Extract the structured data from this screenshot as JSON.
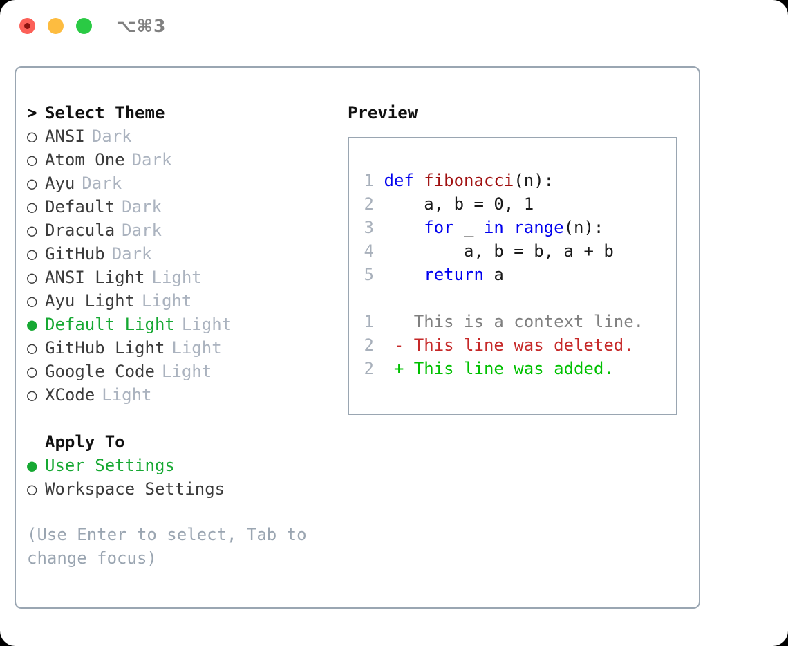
{
  "window": {
    "shortcut": "⌥⌘3",
    "traffic_lights": [
      {
        "name": "close",
        "color": "#fc6058"
      },
      {
        "name": "minimize",
        "color": "#fdbc40"
      },
      {
        "name": "maximize",
        "color": "#2aca44"
      }
    ]
  },
  "colors": {
    "accent_green": "#16a832",
    "muted_gray": "#abb3bf",
    "border": "#9aa6b2",
    "text": "#3b3b3b",
    "keyword_blue": "#0000ee",
    "function_red": "#a01010",
    "diff_added": "#00c000",
    "diff_deleted": "#c62828",
    "diff_context": "#808080"
  },
  "theme_list": {
    "heading_marker": ">",
    "heading": "Select Theme",
    "items": [
      {
        "marker": "○",
        "label": "ANSI",
        "tag": "Dark",
        "selected": false
      },
      {
        "marker": "○",
        "label": "Atom One",
        "tag": "Dark",
        "selected": false
      },
      {
        "marker": "○",
        "label": "Ayu",
        "tag": "Dark",
        "selected": false
      },
      {
        "marker": "○",
        "label": "Default",
        "tag": "Dark",
        "selected": false
      },
      {
        "marker": "○",
        "label": "Dracula",
        "tag": "Dark",
        "selected": false
      },
      {
        "marker": "○",
        "label": "GitHub",
        "tag": "Dark",
        "selected": false
      },
      {
        "marker": "○",
        "label": "ANSI Light",
        "tag": "Light",
        "selected": false
      },
      {
        "marker": "○",
        "label": "Ayu Light",
        "tag": "Light",
        "selected": false
      },
      {
        "marker": "●",
        "label": "Default Light",
        "tag": "Light",
        "selected": true
      },
      {
        "marker": "○",
        "label": "GitHub Light",
        "tag": "Light",
        "selected": false
      },
      {
        "marker": "○",
        "label": "Google Code",
        "tag": "Light",
        "selected": false
      },
      {
        "marker": "○",
        "label": "XCode",
        "tag": "Light",
        "selected": false
      }
    ]
  },
  "apply_to": {
    "title": "Apply To",
    "items": [
      {
        "marker": "●",
        "label": "User Settings",
        "tag": "",
        "selected": true
      },
      {
        "marker": "○",
        "label": "Workspace Settings",
        "tag": "",
        "selected": false
      }
    ]
  },
  "hint": "(Use Enter to select, Tab to change focus)",
  "preview": {
    "title": "Preview",
    "code_lines": [
      {
        "number": "1",
        "segments": [
          {
            "text": "def ",
            "kind": "kw"
          },
          {
            "text": "fibonacci",
            "kind": "fn"
          },
          {
            "text": "(n):",
            "kind": "plain"
          }
        ]
      },
      {
        "number": "2",
        "segments": [
          {
            "text": "    a, b = 0, 1",
            "kind": "plain"
          }
        ]
      },
      {
        "number": "3",
        "segments": [
          {
            "text": "    ",
            "kind": "plain"
          },
          {
            "text": "for",
            "kind": "kw"
          },
          {
            "text": " _ ",
            "kind": "plain"
          },
          {
            "text": "in range",
            "kind": "kw"
          },
          {
            "text": "(n):",
            "kind": "plain"
          }
        ]
      },
      {
        "number": "4",
        "segments": [
          {
            "text": "        a, b = b, a + b",
            "kind": "plain"
          }
        ]
      },
      {
        "number": "5",
        "segments": [
          {
            "text": "    ",
            "kind": "plain"
          },
          {
            "text": "return",
            "kind": "kw"
          },
          {
            "text": " a",
            "kind": "plain"
          }
        ]
      }
    ],
    "diff_lines": [
      {
        "number": "1",
        "sign": "  ",
        "text": "This is a context line.",
        "kind": "ctx"
      },
      {
        "number": "2",
        "sign": "- ",
        "text": "This line was deleted.",
        "kind": "del"
      },
      {
        "number": "2",
        "sign": "+ ",
        "text": "This line was added.",
        "kind": "add"
      }
    ]
  }
}
